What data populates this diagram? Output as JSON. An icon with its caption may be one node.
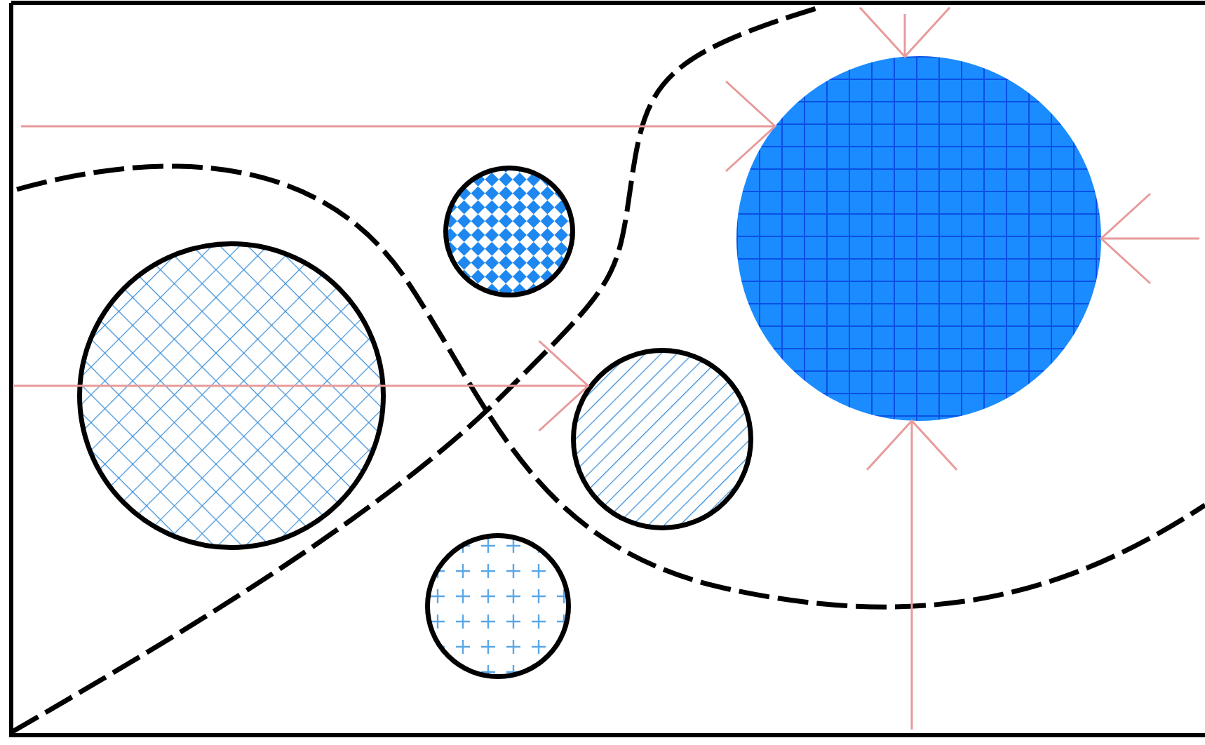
{
  "diagram": {
    "nodes": [
      {
        "text": [],
        "shape": "circle"
      },
      {
        "text": [],
        "shape": "circle"
      },
      {
        "text": [],
        "shape": "circle"
      },
      {
        "text": [],
        "shape": "circle"
      },
      {
        "text": [],
        "shape": "circle"
      }
    ],
    "edges": [
      {
        "from": null,
        "to": 4,
        "arrow": "to"
      },
      {
        "from": null,
        "to": 3,
        "arrow": "to"
      },
      {
        "from": null,
        "to": 4,
        "arrow": "to"
      },
      {
        "from": null,
        "to": 4,
        "arrow": "to"
      },
      {
        "from": null,
        "to": 4,
        "arrow": "to"
      }
    ]
  }
}
